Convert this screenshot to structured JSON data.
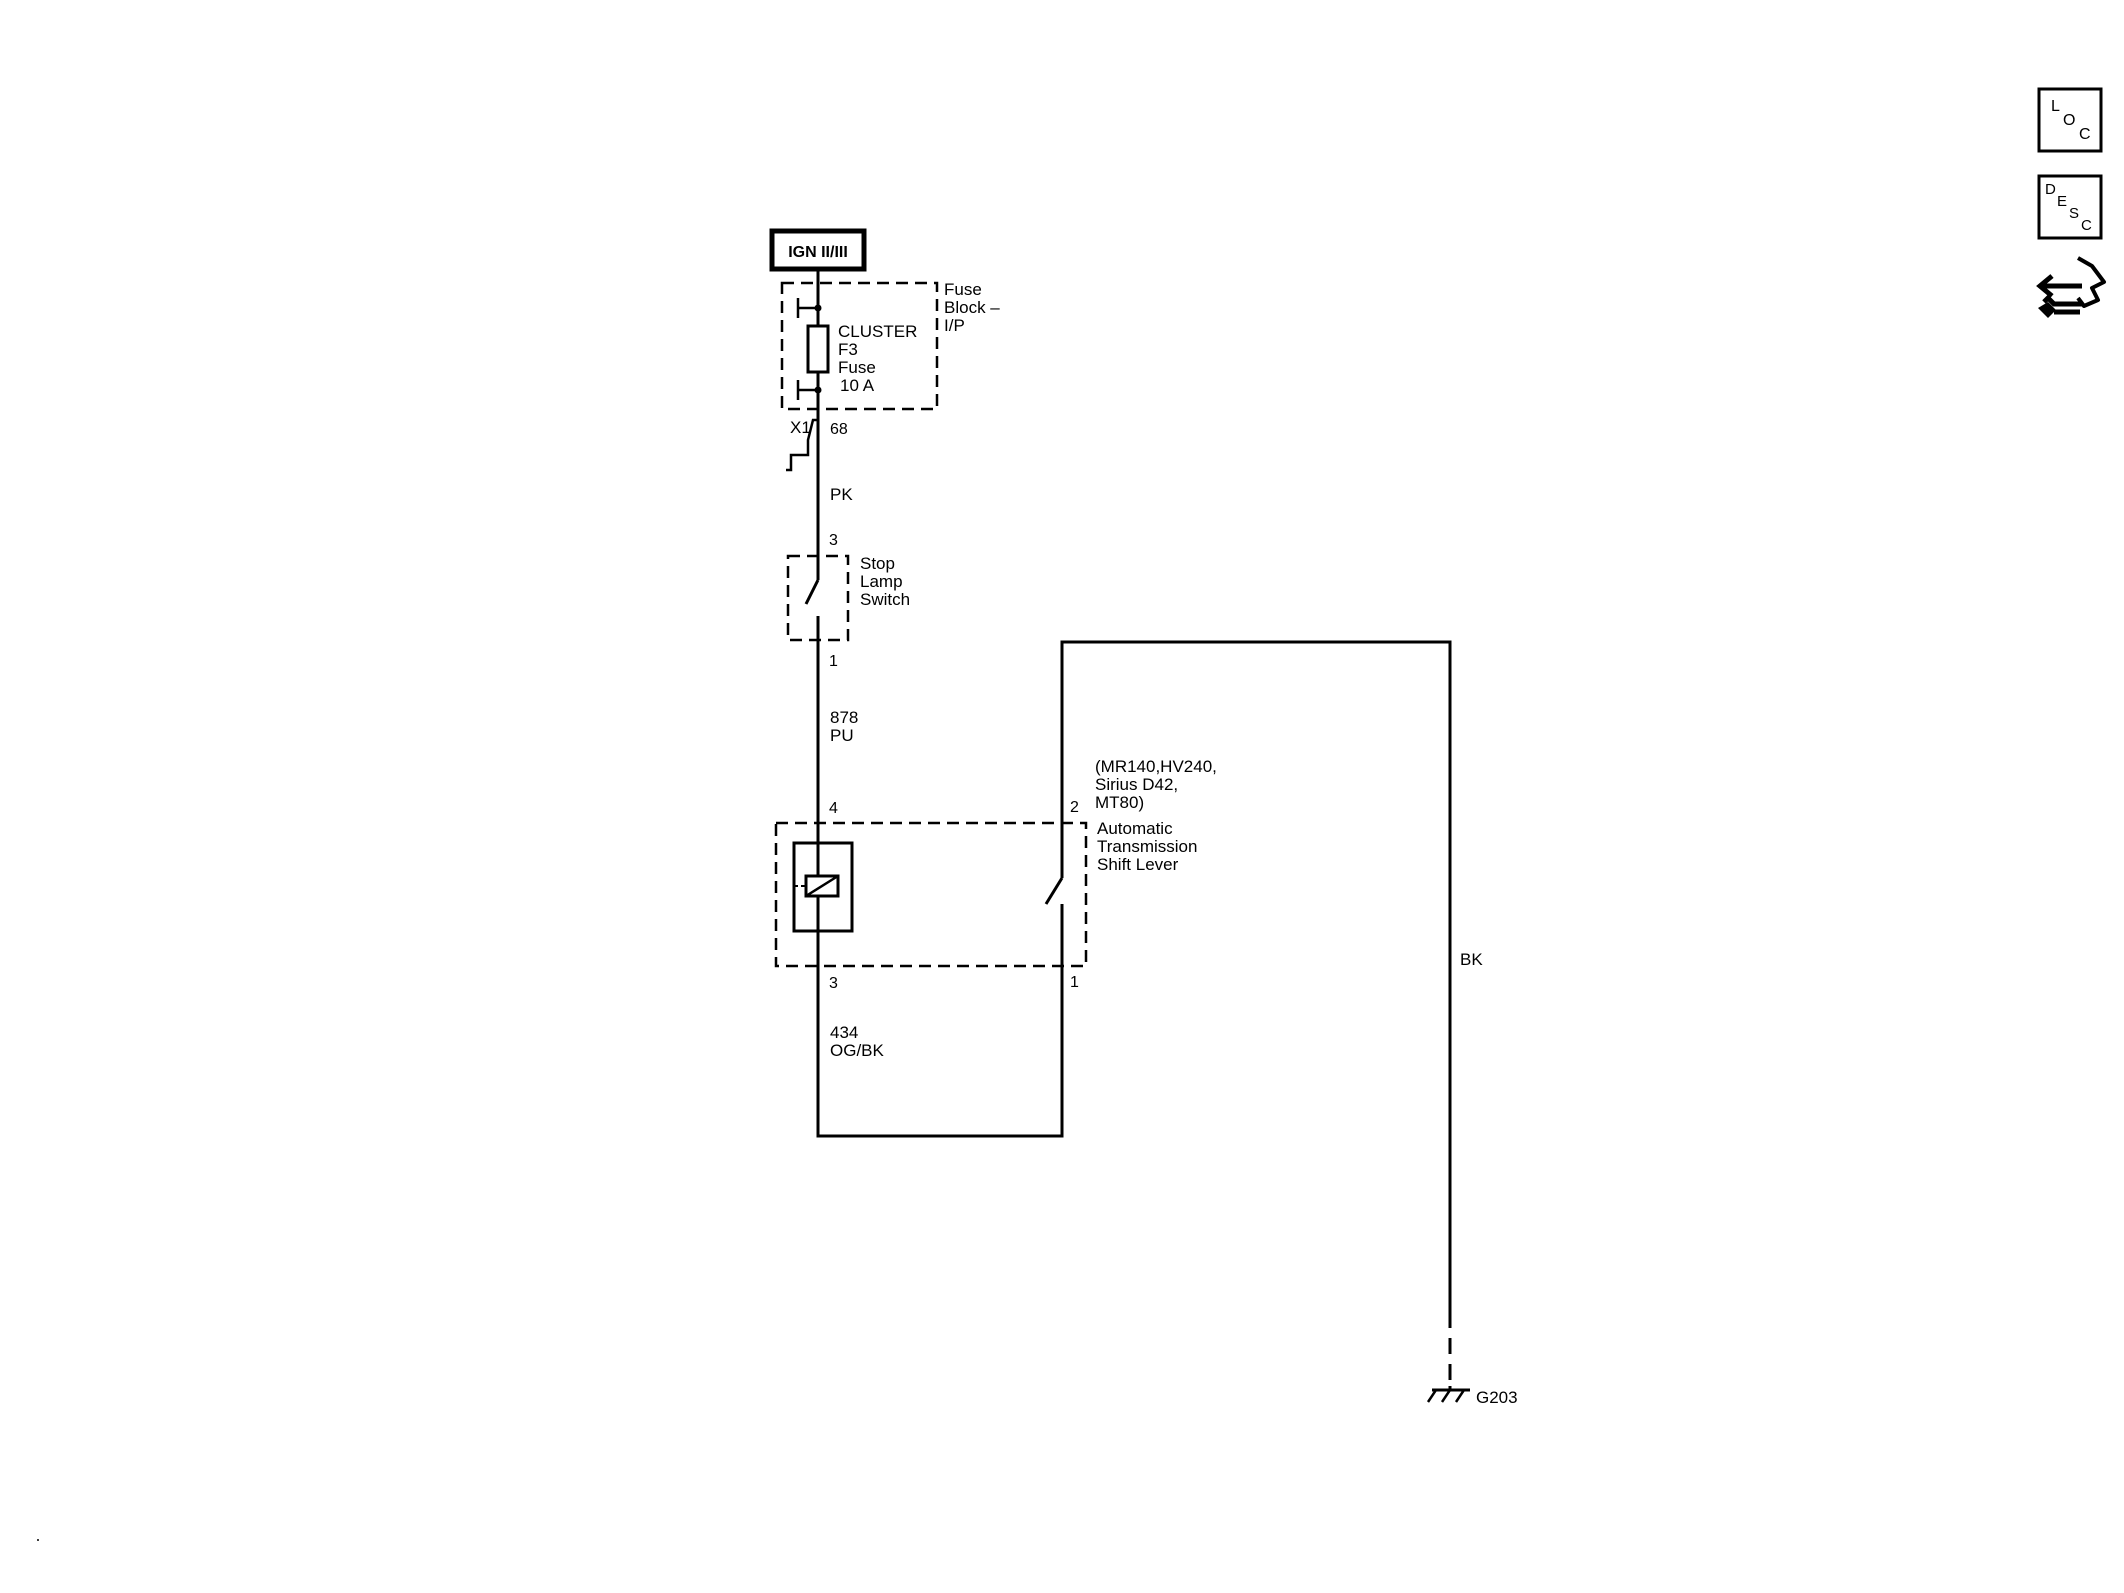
{
  "power_source": {
    "label": "IGN II/III"
  },
  "fuse_block": {
    "title": [
      "Fuse",
      "Block –",
      "I/P"
    ],
    "fuse_label": [
      "CLUSTER",
      "F3",
      "Fuse",
      "10 A"
    ],
    "connector": "X1",
    "pin": "68"
  },
  "wires": {
    "w1_color": "PK",
    "w2_circuit": "878",
    "w2_color": "PU",
    "w3_circuit": "434",
    "w3_color": "OG/BK",
    "w4_color": "BK"
  },
  "stop_lamp_switch": {
    "label": [
      "Stop",
      "Lamp",
      "Switch"
    ],
    "pin_top": "3",
    "pin_bottom": "1"
  },
  "shift_lever": {
    "options": [
      "(MR140,HV240,",
      "Sirius D42,",
      "MT80)"
    ],
    "label": [
      "Automatic",
      "Transmission",
      "Shift Lever"
    ],
    "pin_solenoid_top": "4",
    "pin_solenoid_bottom": "3",
    "pin_switch_top": "2",
    "pin_switch_bottom": "1"
  },
  "ground": {
    "label": "G203"
  },
  "side_icons": {
    "loc": {
      "letters": [
        "L",
        "O",
        "C"
      ]
    },
    "desc": {
      "letters": [
        "D",
        "E",
        "S",
        "C"
      ]
    },
    "connector_tool": {
      "icon": "connector-tool-icon"
    }
  },
  "colors": {
    "ink": "#000000",
    "background": "#ffffff"
  }
}
